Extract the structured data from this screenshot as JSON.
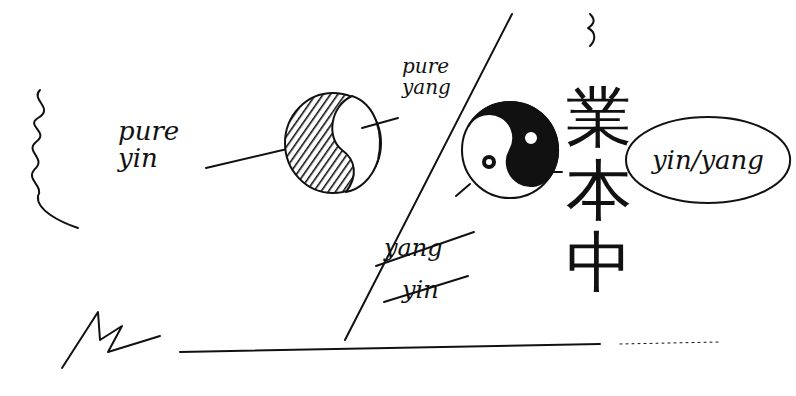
{
  "diagram": {
    "nodes": [
      {
        "text": [
          "yin/yang"
        ]
      }
    ],
    "labels": [
      "pure yin",
      "pure yang",
      "yang",
      "yin",
      "業本中"
    ]
  }
}
